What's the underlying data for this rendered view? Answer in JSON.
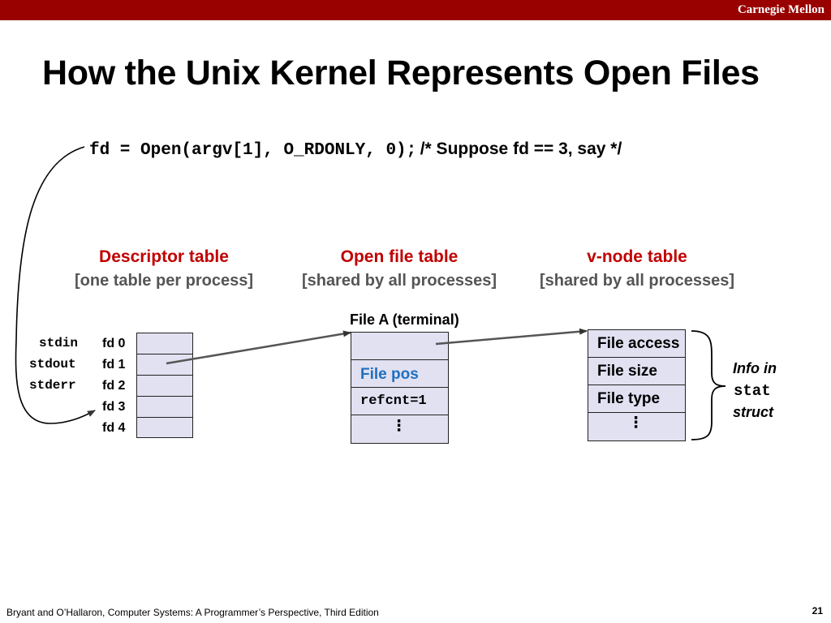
{
  "header": {
    "brand": "Carnegie Mellon"
  },
  "title": "How the Unix Kernel Represents Open Files",
  "code": {
    "statement": "fd = Open(argv[1], O_RDONLY, 0);",
    "comment": "/* Suppose fd == 3, say */"
  },
  "tables": {
    "descriptor": {
      "title": "Descriptor table",
      "subtitle": "[one table per process]"
    },
    "open_file": {
      "title": "Open file table",
      "subtitle": "[shared by all processes]"
    },
    "vnode": {
      "title": "v-node table",
      "subtitle": "[shared by all processes]"
    }
  },
  "descriptor_table": {
    "std_labels": [
      "stdin",
      "stdout",
      "stderr"
    ],
    "fd_labels": [
      "fd 0",
      "fd 1",
      "fd 2",
      "fd 3",
      "fd 4"
    ]
  },
  "open_file_table": {
    "entry_label": "File A (terminal)",
    "file_pos": "File pos",
    "refcnt": "refcnt=1",
    "ellipsis": "⋮"
  },
  "vnode_table": {
    "rows": [
      "File access",
      "File size",
      "File type"
    ],
    "ellipsis": "⋮"
  },
  "annotation": {
    "line1": "Info in",
    "line2": "stat",
    "line3": "struct"
  },
  "footer": {
    "citation": "Bryant and O’Hallaron, Computer Systems: A Programmer’s Perspective, Third Edition",
    "page": "21"
  },
  "colors": {
    "bar": "#990000",
    "heading": "#c00000",
    "subheading": "#555555",
    "cell_fill": "#e1e1f2",
    "file_pos": "#1f6fc0"
  }
}
